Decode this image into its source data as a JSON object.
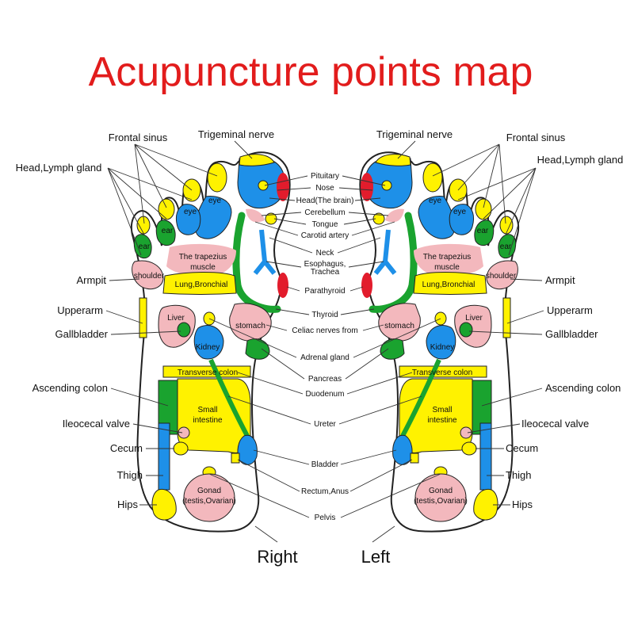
{
  "title": "Acupuncture points map",
  "colors": {
    "yellow": "#fff200",
    "blue": "#1e90e8",
    "green": "#1aa32f",
    "pink": "#f3b8bd",
    "red": "#e21c2c",
    "title": "#e21c1c",
    "outline": "#222222"
  },
  "feet": {
    "right_label": "Right",
    "left_label": "Left",
    "in_foot": {
      "eye_1": "eye",
      "eye_2": "eye",
      "ear_1": "ear",
      "ear_2": "ear",
      "trapezius_1": "The trapezius",
      "trapezius_2": "muscle",
      "shoulder": "shoulder",
      "lung": "Lung,Bronchial",
      "liver": "Liver",
      "stomach": "stomach",
      "kidney": "Kidney",
      "transverse_colon": "Transverse colon",
      "small_1": "Small",
      "small_2": "intestine",
      "gonad_1": "Gonad",
      "gonad_2": "(testis,Ovarian)"
    }
  },
  "side_labels": {
    "frontal_sinus": "Frontal sinus",
    "trigeminal_nerve": "Trigeminal nerve",
    "head_lymph": "Head,Lymph gland",
    "armpit": "Armpit",
    "upperarm": "Upperarm",
    "gallbladder": "Gallbladder",
    "ascending_colon": "Ascending colon",
    "ileocecal_valve": "Ileocecal valve",
    "cecum": "Cecum",
    "thigh": "Thigh",
    "hips": "Hips"
  },
  "center_labels": {
    "pituitary": "Pituitary",
    "nose": "Nose",
    "head_brain": "Head(The brain)",
    "cerebellum": "Cerebellum",
    "tongue": "Tongue",
    "carotid": "Carotid artery",
    "neck": "Neck",
    "esophagus": "Esophagus,",
    "trachea": "Trachea",
    "parathyroid": "Parathyroid",
    "thyroid": "Thyroid",
    "celiac": "Celiac nerves from",
    "adrenal": "Adrenal gland",
    "pancreas": "Pancreas",
    "duodenum": "Duodenum",
    "ureter": "Ureter",
    "bladder": "Bladder",
    "rectum": "Rectum,Anus",
    "pelvis": "Pelvis"
  }
}
